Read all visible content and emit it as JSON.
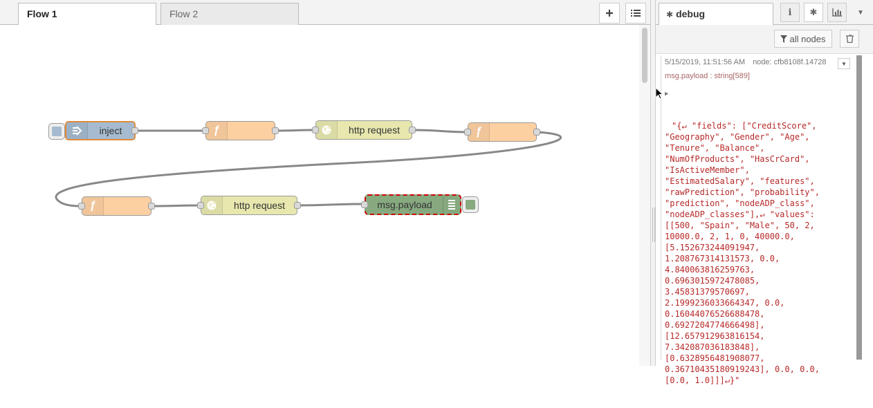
{
  "workspace": {
    "tabs": [
      {
        "label": "Flow 1",
        "active": true
      },
      {
        "label": "Flow 2",
        "active": false
      }
    ],
    "add_icon": "plus-icon",
    "menu_icon": "list-icon"
  },
  "nodes": {
    "inject": {
      "label": "inject",
      "color": "#a6bbcf"
    },
    "function1": {
      "label": "",
      "color": "#fdd0a2"
    },
    "http1": {
      "label": "http request",
      "color": "#e7e7ae"
    },
    "function2": {
      "label": "",
      "color": "#fdd0a2"
    },
    "function3": {
      "label": "",
      "color": "#fdd0a2"
    },
    "http2": {
      "label": "http request",
      "color": "#e7e7ae"
    },
    "debug": {
      "label": "msg.payload",
      "color": "#87a980"
    }
  },
  "sidebar": {
    "tab_label": "debug",
    "filter_label": "all nodes",
    "message": {
      "timestamp": "5/15/2019, 11:51:56 AM",
      "node": "node: cfb8108f.14728",
      "topic": "msg.payload : string[589]",
      "payload_lines": [
        "\"{↵ \"fields\": [\"CreditScore\",",
        "\"Geography\", \"Gender\", \"Age\",",
        "\"Tenure\", \"Balance\",",
        "\"NumOfProducts\", \"HasCrCard\",",
        "\"IsActiveMember\",",
        "\"EstimatedSalary\", \"features\",",
        "\"rawPrediction\", \"probability\",",
        "\"prediction\", \"nodeADP_class\",",
        "\"nodeADP_classes\"],↵ \"values\":",
        "[[500, \"Spain\", \"Male\", 50, 2,",
        "10000.0, 2, 1, 0, 40000.0,",
        "[5.152673244091947,",
        "1.208767314131573, 0.0,",
        "4.840063816259763,",
        "0.6963015972478085,",
        "3.45831379570697,",
        "2.1999236033664347, 0.0,",
        "0.16044076526688478,",
        "0.6927204774666498],",
        "[12.657912963816154,",
        "7.342087036183848],",
        "[0.6328956481908077,",
        "0.36710435180919243], 0.0, 0.0,",
        "[0.0, 1.0]]]↵}\""
      ]
    }
  }
}
